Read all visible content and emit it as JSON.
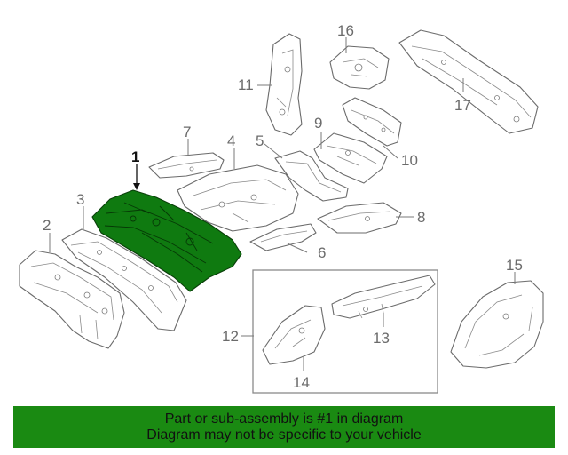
{
  "callouts": {
    "c1": "1",
    "c2": "2",
    "c3": "3",
    "c4": "4",
    "c5": "5",
    "c6": "6",
    "c7": "7",
    "c8": "8",
    "c9": "9",
    "c10": "10",
    "c11": "11",
    "c12": "12",
    "c13": "13",
    "c14": "14",
    "c15": "15",
    "c16": "16",
    "c17": "17"
  },
  "notice": {
    "line1": "Part or sub-assembly is #1 in diagram",
    "line2": "Diagram may not be specific to your vehicle"
  },
  "colors": {
    "highlight": "#0f7a10",
    "banner": "#1a8a12"
  }
}
